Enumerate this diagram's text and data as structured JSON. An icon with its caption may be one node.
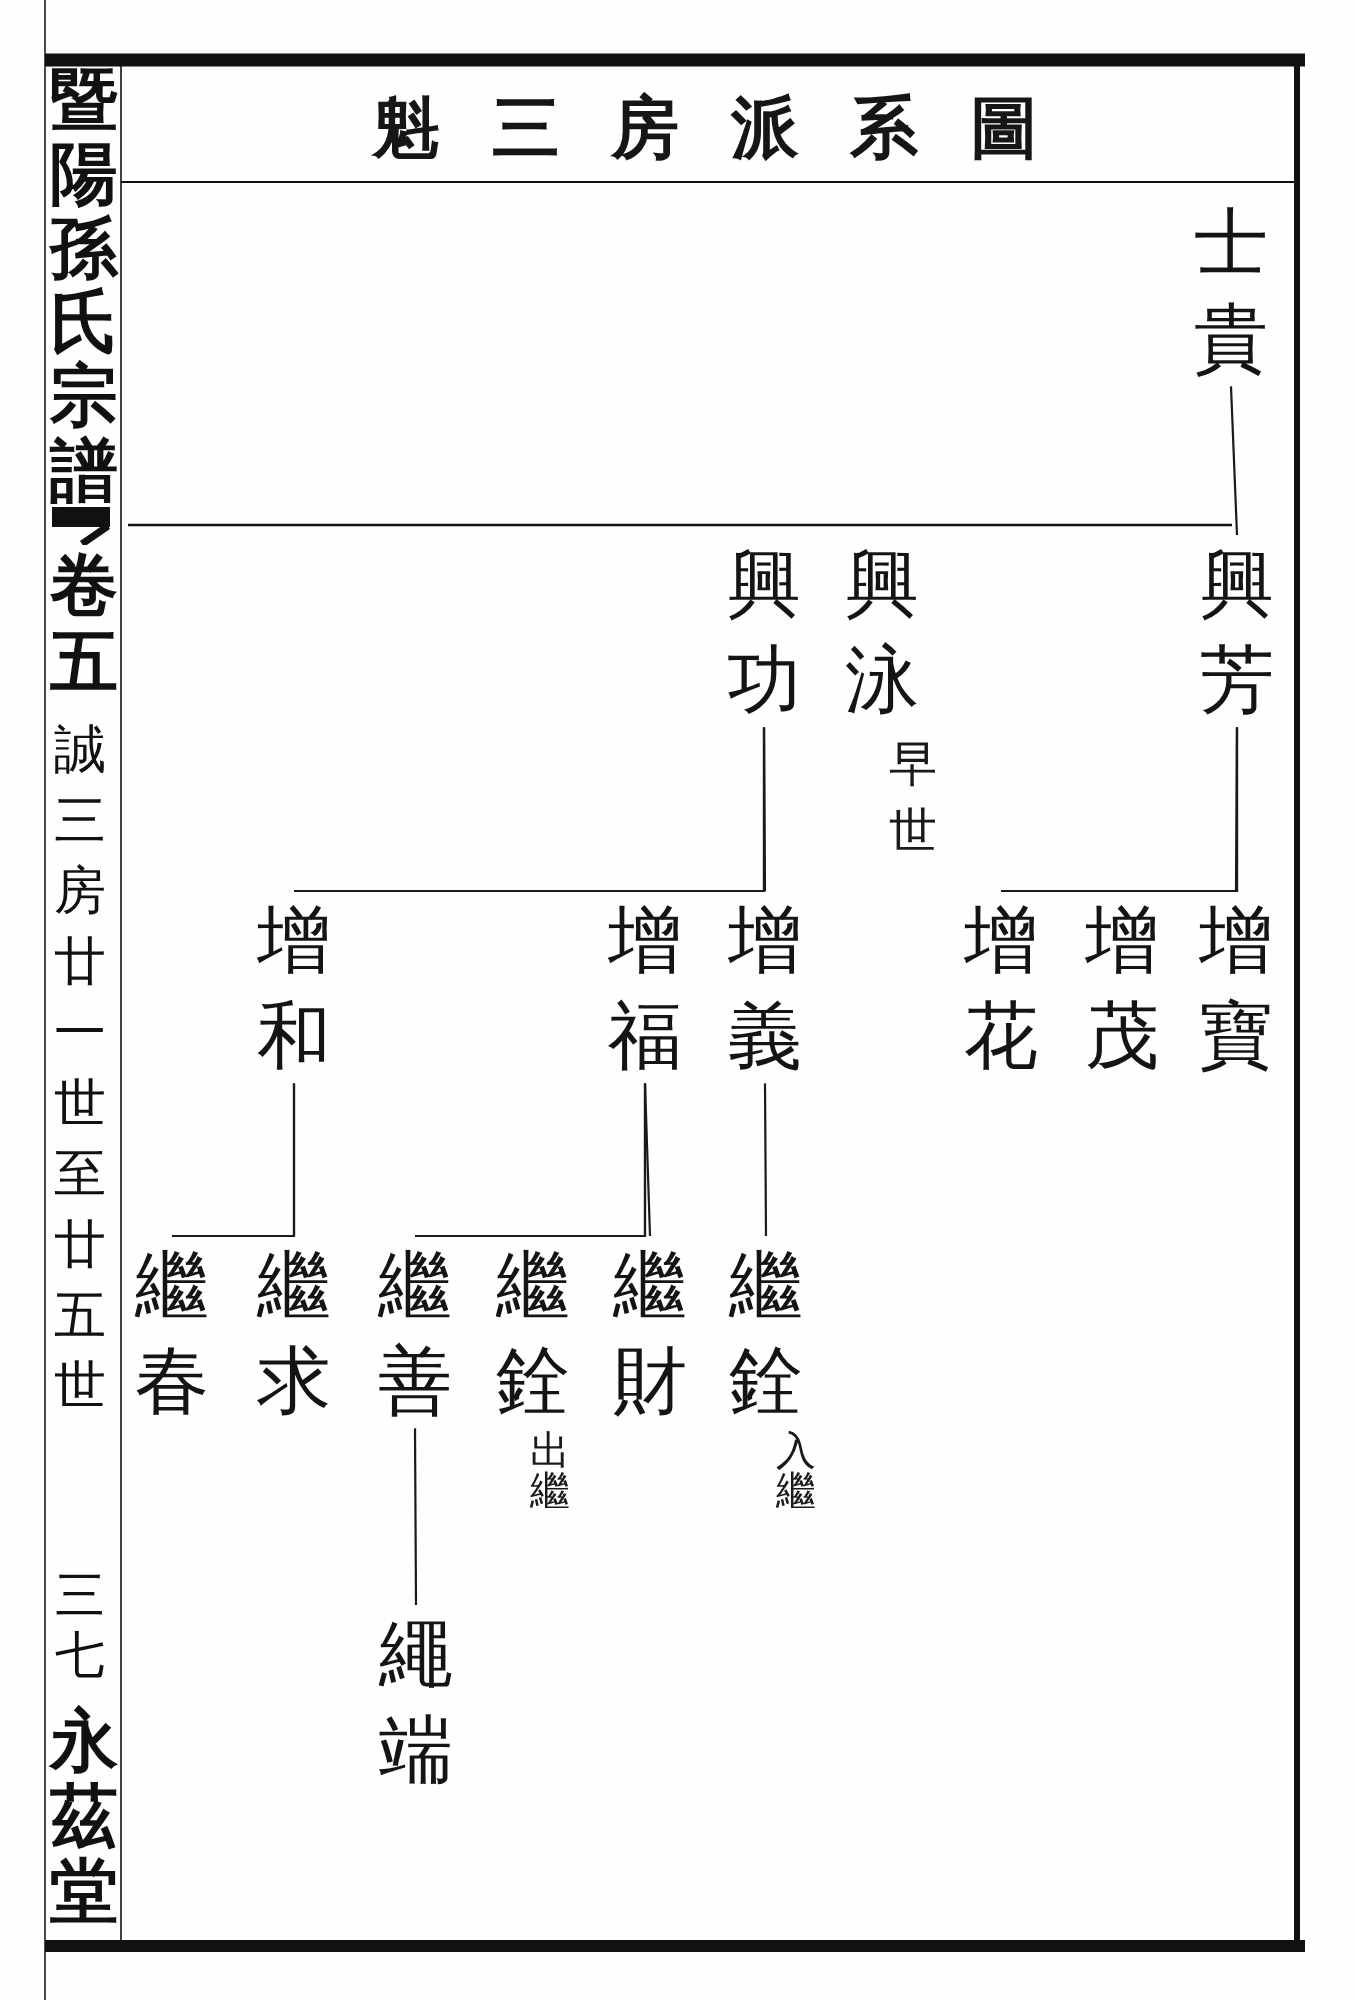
{
  "diagram": {
    "title": "魁三房派系圖",
    "nodes": [
      {
        "text": [
          "士貴"
        ]
      },
      {
        "text": [
          "興芳"
        ]
      },
      {
        "text": [
          "興泳"
        ],
        "beside": [
          "早世"
        ]
      },
      {
        "text": [
          "興功"
        ]
      },
      {
        "text": [
          "增寶"
        ]
      },
      {
        "text": [
          "增茂"
        ]
      },
      {
        "text": [
          "增花"
        ]
      },
      {
        "text": [
          "增義"
        ]
      },
      {
        "text": [
          "增福"
        ]
      },
      {
        "text": [
          "增和"
        ]
      },
      {
        "text": [
          "繼銓"
        ],
        "beside": [
          "入繼"
        ]
      },
      {
        "text": [
          "繼財"
        ]
      },
      {
        "text": [
          "繼銓"
        ],
        "beside": [
          "出繼"
        ]
      },
      {
        "text": [
          "繼善"
        ]
      },
      {
        "text": [
          "繼求"
        ]
      },
      {
        "text": [
          "繼春"
        ]
      },
      {
        "text": [
          "繩端"
        ]
      }
    ],
    "edges": [
      {
        "from": 0,
        "to": 1,
        "arrow": "none"
      },
      {
        "from": 1,
        "to": 4,
        "arrow": "none"
      },
      {
        "from": 1,
        "to": 5,
        "arrow": "none"
      },
      {
        "from": 1,
        "to": 6,
        "arrow": "none"
      },
      {
        "from": 3,
        "to": 7,
        "arrow": "none"
      },
      {
        "from": 3,
        "to": 8,
        "arrow": "none"
      },
      {
        "from": 3,
        "to": 9,
        "arrow": "none"
      },
      {
        "from": 7,
        "to": 10,
        "arrow": "none"
      },
      {
        "from": 8,
        "to": 11,
        "arrow": "none"
      },
      {
        "from": 8,
        "to": 12,
        "arrow": "none"
      },
      {
        "from": 8,
        "to": 13,
        "arrow": "none"
      },
      {
        "from": 9,
        "to": 14,
        "arrow": "none"
      },
      {
        "from": 9,
        "to": 15,
        "arrow": "none"
      },
      {
        "from": 13,
        "to": 16,
        "arrow": "none"
      }
    ],
    "labels": [
      "暨陽孫氏宗譜",
      "卷五",
      "誠三房廿一世至廿五世",
      "三七",
      "永茲堂"
    ]
  }
}
